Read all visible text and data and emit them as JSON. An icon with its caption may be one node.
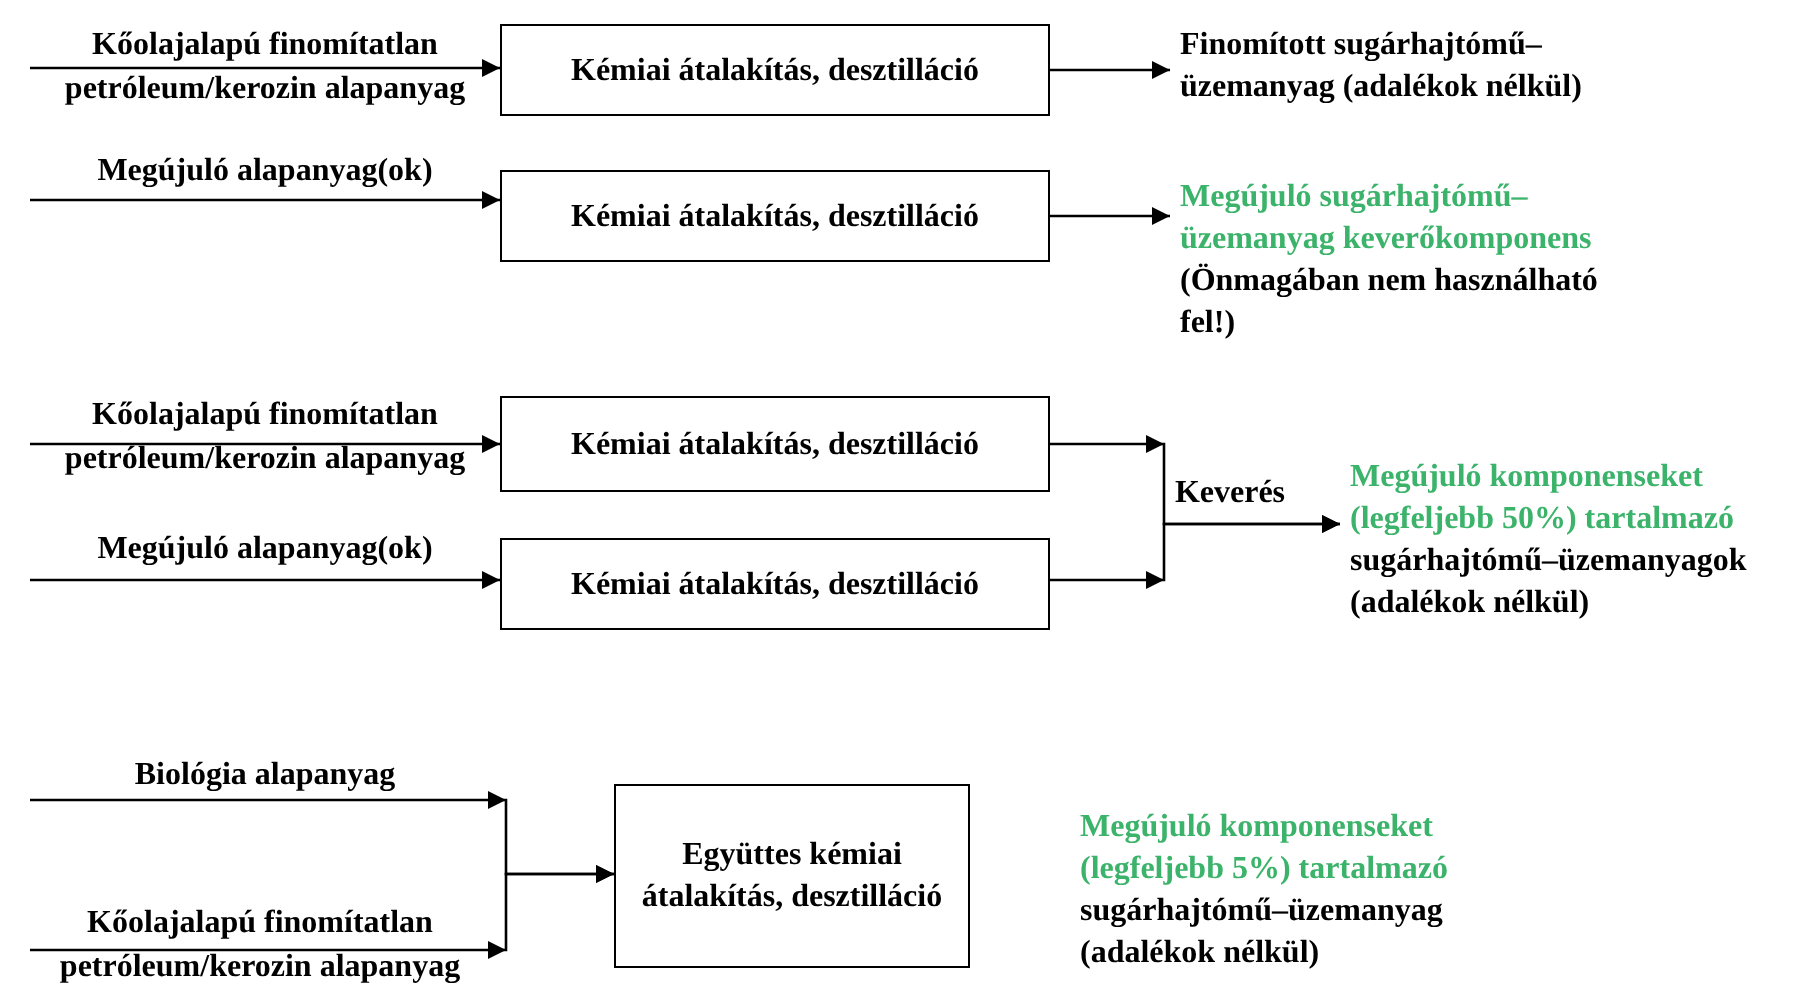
{
  "diagram": {
    "nodes": [
      {
        "text": [
          "Kémiai átalakítás, desztilláció"
        ]
      },
      {
        "text": [
          "Finomított sugárhajtómű–üzemanyag (adalékok nélkül)"
        ]
      },
      {
        "text": [
          "Kémiai átalakítás, desztilláció"
        ]
      },
      {
        "text": [
          "Megújuló sugárhajtómű–üzemanyag keverőkomponens",
          "(Önmagában nem használható fel!)"
        ]
      },
      {
        "text": [
          "Kémiai átalakítás, desztilláció"
        ]
      },
      {
        "text": [
          "Kémiai átalakítás, desztilláció"
        ]
      },
      {
        "text": [
          "Megújuló komponenseket (legfeljebb 50%) tartalmazó",
          "sugárhajtómű–üzemanyagok (adalékok nélkül)"
        ]
      },
      {
        "text": [
          "Együttes kémiai átalakítás, desztilláció"
        ]
      },
      {
        "text": [
          "Megújuló komponenseket (legfeljebb 5%) tartalmazó",
          "sugárhajtómű–üzemanyag (adalékok nélkül)"
        ]
      }
    ],
    "edges": [
      {
        "from": null,
        "to": 0,
        "arrow": "to",
        "label": "Kőolajalapú finomítatlan petróleum/kerozin alapanyag"
      },
      {
        "from": 0,
        "to": 1,
        "arrow": "to"
      },
      {
        "from": null,
        "to": 2,
        "arrow": "to",
        "label": "Megújuló alapanyag(ok)"
      },
      {
        "from": 2,
        "to": 3,
        "arrow": "to"
      },
      {
        "from": null,
        "to": 4,
        "arrow": "to",
        "label": "Kőolajalapú finomítatlan petróleum/kerozin alapanyag"
      },
      {
        "from": null,
        "to": 5,
        "arrow": "to",
        "label": "Megújuló alapanyag(ok)"
      },
      {
        "from": 4,
        "to": 6,
        "arrow": "to",
        "label": "Keverés"
      },
      {
        "from": 5,
        "to": 6,
        "arrow": "to"
      },
      {
        "from": null,
        "to": 7,
        "arrow": "to",
        "label": "Biológia alapanyag"
      },
      {
        "from": null,
        "to": 7,
        "arrow": "to",
        "label": "Kőolajalapú finomítatlan petróleum/kerozin alapanyag"
      }
    ]
  }
}
